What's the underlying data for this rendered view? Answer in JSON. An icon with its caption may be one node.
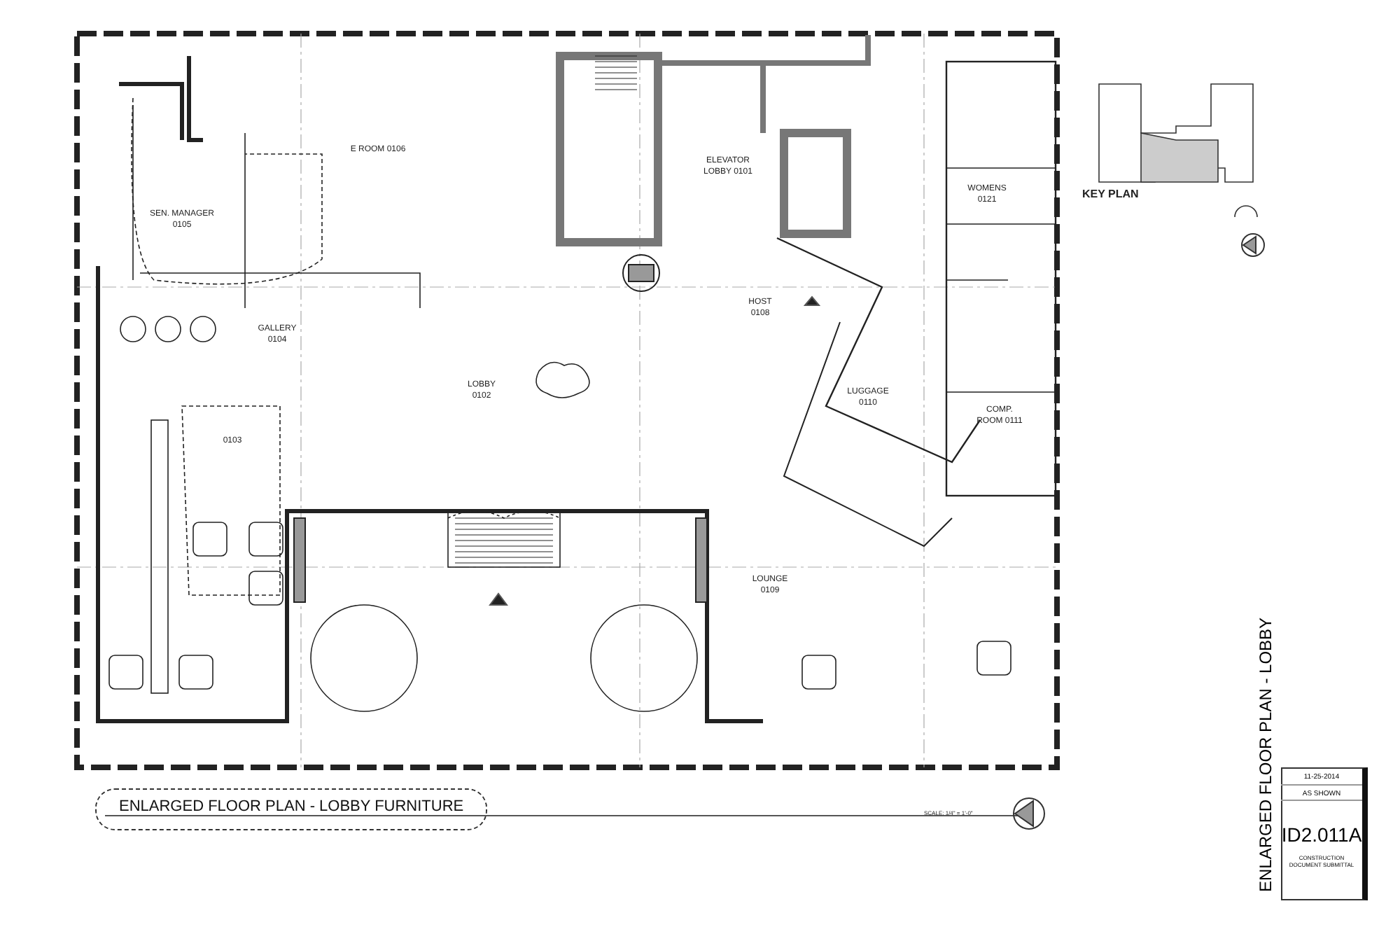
{
  "diagram": {
    "title": "ENLARGED FLOOR PLAN - LOBBY FURNITURE",
    "labels": [
      "E ROOM 0106",
      "SEN. MANAGER 0105",
      "ELEVATOR LOBBY 0101",
      "WOMENS 0121",
      "HOST 0108",
      "GALLERY 0104",
      "LOBBY 0102",
      "LUGGAGE 0110",
      "COMP. ROOM 0111",
      "0103",
      "LOUNGE 0109",
      "KEY PLAN",
      "SCALE: 1/4\" = 1'-0\"",
      "ENLARGED FLOOR PLAN - LOBBY",
      "11-25-2014",
      "AS SHOWN",
      "ID2.011A",
      "CONSTRUCTION DOCUMENT SUBMITTAL"
    ]
  }
}
